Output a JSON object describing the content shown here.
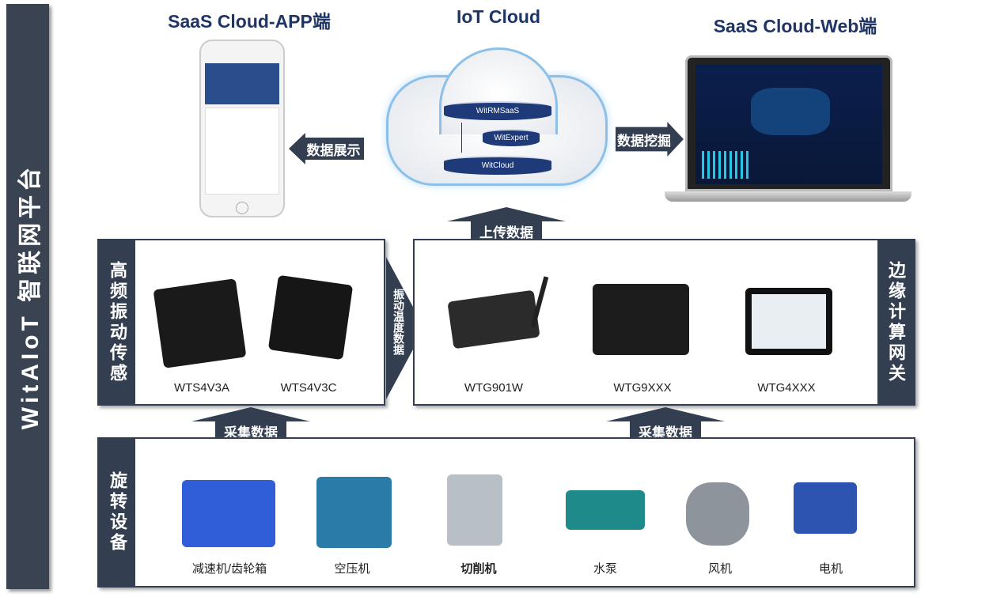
{
  "sidebar": {
    "title": "WitAIoT 智联网平台"
  },
  "top": {
    "app_title": "SaaS Cloud-APP端",
    "cloud_title": "IoT Cloud",
    "web_title": "SaaS Cloud-Web端",
    "cloud_layers": [
      "WitRMSaaS",
      "WitExpert",
      "WitCloud"
    ],
    "arrow_display": "数据展示",
    "arrow_mining": "数据挖掘",
    "arrow_upload": "上传数据"
  },
  "sensors": {
    "label": "高频振动传感",
    "items": [
      "WTS4V3A",
      "WTS4V3C"
    ]
  },
  "link_arrow": "振动温度数据",
  "gateways": {
    "label": "边缘计算网关",
    "items": [
      "WTG901W",
      "WTG9XXX",
      "WTG4XXX"
    ]
  },
  "collect_left": "采集数据",
  "collect_right": "采集数据",
  "equipment": {
    "label": "旋转设备",
    "items": [
      "减速机/齿轮箱",
      "空压机",
      "切削机",
      "水泵",
      "风机",
      "电机"
    ]
  }
}
